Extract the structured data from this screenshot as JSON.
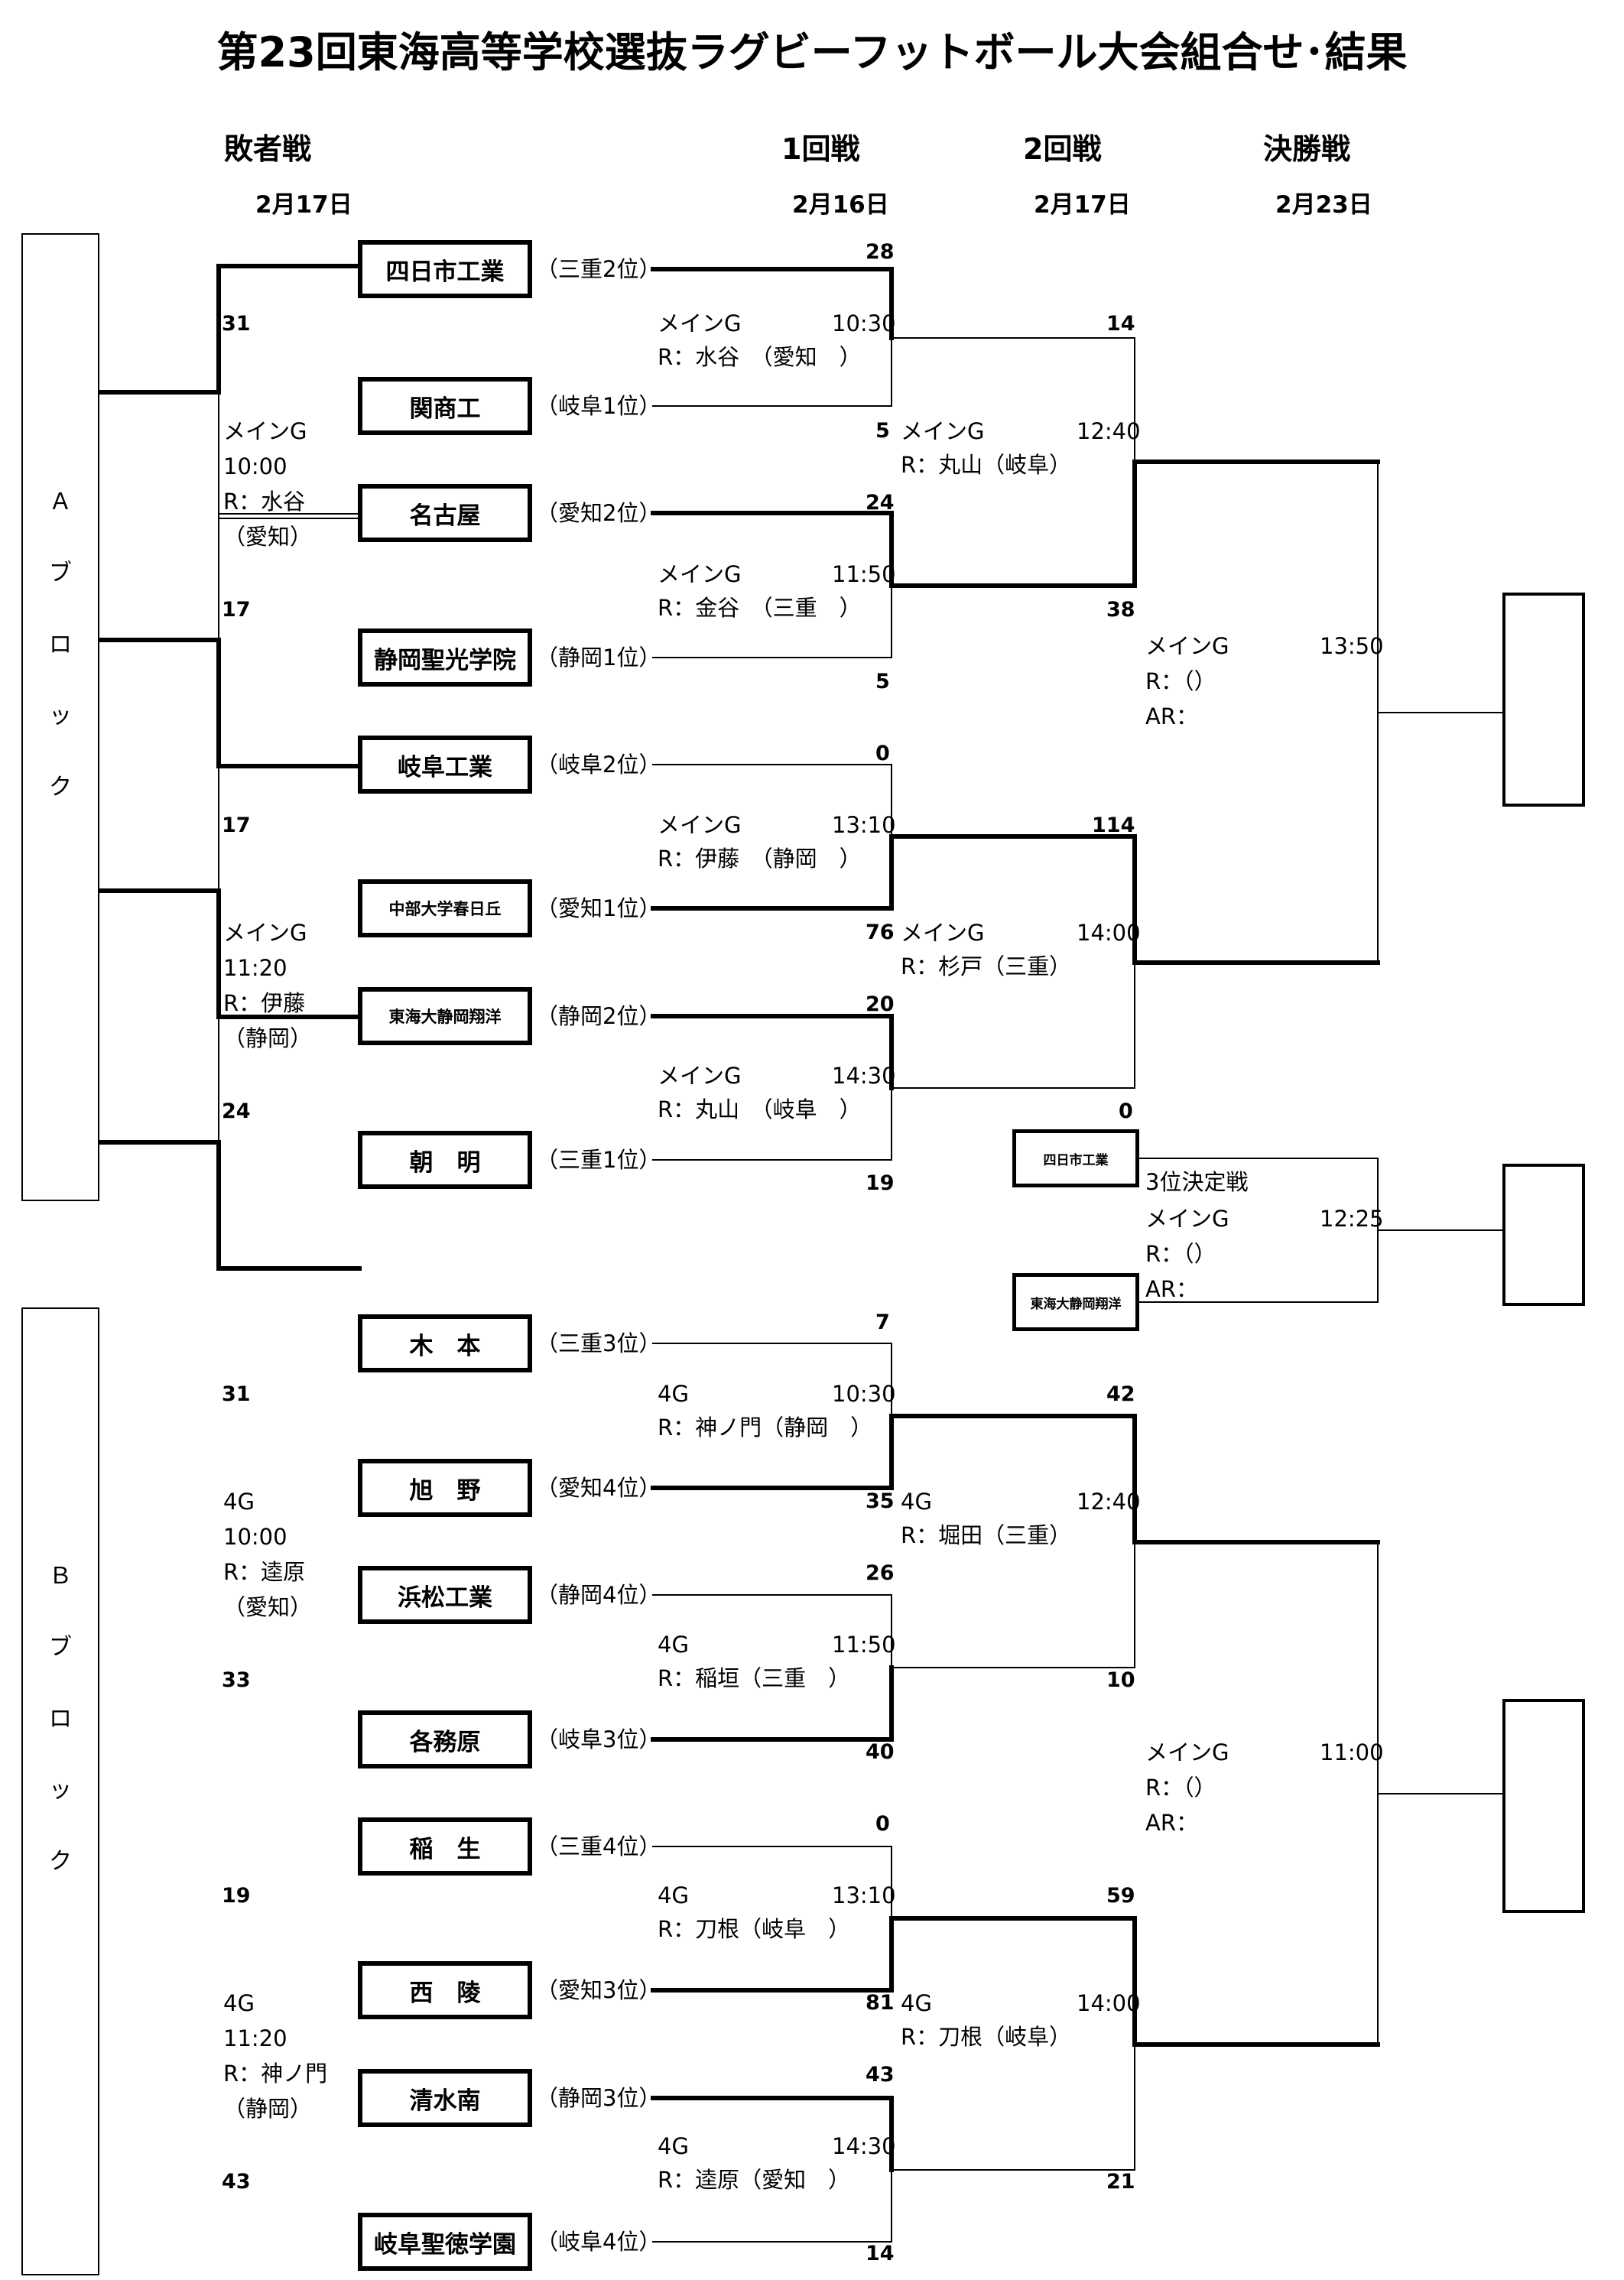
{
  "title": "第23回東海高等学校選抜ラグビーフットボール大会組合せ･結果",
  "headers": {
    "loser": "敗者戦",
    "loser_date": "2月17日",
    "round1": "1回戦",
    "round1_date": "2月16日",
    "round2": "2回戦",
    "round2_date": "2月17日",
    "final": "決勝戦",
    "final_date": "2月23日"
  },
  "blocks": {
    "a": [
      "Ａ",
      "ブ",
      "ロ",
      "ッ",
      "ク"
    ],
    "b": [
      "Ｂ",
      "ブ",
      "ロ",
      "ッ",
      "ク"
    ]
  },
  "teams": [
    {
      "name": "四日市工業",
      "rank": "（三重2位）"
    },
    {
      "name": "関商工",
      "rank": "（岐阜1位）"
    },
    {
      "name": "名古屋",
      "rank": "（愛知2位）"
    },
    {
      "name": "静岡聖光学院",
      "rank": "（静岡1位）"
    },
    {
      "name": "岐阜工業",
      "rank": "（岐阜2位）"
    },
    {
      "name": "中部大学春日丘",
      "rank": "（愛知1位）"
    },
    {
      "name": "東海大静岡翔洋",
      "rank": "（静岡2位）"
    },
    {
      "name": "朝　明",
      "rank": "（三重1位）"
    },
    {
      "name": "木　本",
      "rank": "（三重3位）"
    },
    {
      "name": "旭　野",
      "rank": "（愛知4位）"
    },
    {
      "name": "浜松工業",
      "rank": "（静岡4位）"
    },
    {
      "name": "各務原",
      "rank": "（岐阜3位）"
    },
    {
      "name": "稲　生",
      "rank": "（三重4位）"
    },
    {
      "name": "西　陵",
      "rank": "（愛知3位）"
    },
    {
      "name": "清水南",
      "rank": "（静岡3位）"
    },
    {
      "name": "岐阜聖徳学園",
      "rank": "（岐阜4位）"
    }
  ],
  "round1": [
    {
      "score_top": "28",
      "score_bottom": "5",
      "venue": "メインG",
      "time": "10:30",
      "referee": "R：水谷　（愛知　）"
    },
    {
      "score_top": "24",
      "score_bottom": "5",
      "venue": "メインG",
      "time": "11:50",
      "referee": "R：金谷　（三重　）"
    },
    {
      "score_top": "0",
      "score_bottom": "76",
      "venue": "メインG",
      "time": "13:10",
      "referee": "R：伊藤　（静岡　）"
    },
    {
      "score_top": "20",
      "score_bottom": "19",
      "venue": "メインG",
      "time": "14:30",
      "referee": "R：丸山　（岐阜　）"
    },
    {
      "score_top": "7",
      "score_bottom": "35",
      "venue": "4G",
      "time": "10:30",
      "referee": "R：神ノ門（静岡　）"
    },
    {
      "score_top": "26",
      "score_bottom": "40",
      "venue": "4G",
      "time": "11:50",
      "referee": "R：稲垣（三重　）"
    },
    {
      "score_top": "0",
      "score_bottom": "81",
      "venue": "4G",
      "time": "13:10",
      "referee": "R：刀根（岐阜　）"
    },
    {
      "score_top": "43",
      "score_bottom": "14",
      "venue": "4G",
      "time": "14:30",
      "referee": "R：逵原（愛知　）"
    }
  ],
  "round2": [
    {
      "score_top": "14",
      "score_bottom": "38",
      "venue": "メインG",
      "time": "12:40",
      "referee": "R：丸山（岐阜）"
    },
    {
      "score_top": "114",
      "score_bottom": "0",
      "venue": "メインG",
      "time": "14:00",
      "referee": "R：杉戸（三重）"
    },
    {
      "score_top": "42",
      "score_bottom": "10",
      "venue": "4G",
      "time": "12:40",
      "referee": "R：堀田（三重）"
    },
    {
      "score_top": "59",
      "score_bottom": "21",
      "venue": "4G",
      "time": "14:00",
      "referee": "R：刀根（岐阜）"
    }
  ],
  "loser": [
    {
      "score_top": "31",
      "score_bottom": "17",
      "venue": "メインG",
      "time": "10:00",
      "referee": "R：水谷",
      "pref": "（愛知）"
    },
    {
      "score_top": "17",
      "score_bottom": "24",
      "venue": "メインG",
      "time": "11:20",
      "referee": "R：伊藤",
      "pref": "（静岡）"
    },
    {
      "score_top": "31",
      "score_bottom": "33",
      "venue": "4G",
      "time": "10:00",
      "referee": "R：逵原",
      "pref": "（愛知）"
    },
    {
      "score_top": "19",
      "score_bottom": "43",
      "venue": "4G",
      "time": "11:20",
      "referee": "R：神ノ門",
      "pref": "（静岡）"
    }
  ],
  "final_a": {
    "venue": "メインG",
    "time": "13:50",
    "referee": "R：（）",
    "ar": "AR："
  },
  "final_b": {
    "venue": "メインG",
    "time": "11:00",
    "referee": "R：（）",
    "ar": "AR："
  },
  "third_place": {
    "label": "3位決定戦",
    "venue": "メインG",
    "time": "12:25",
    "referee": "R：（）",
    "ar": "AR：",
    "team1": "四日市工業",
    "team2": "東海大静岡翔洋"
  }
}
